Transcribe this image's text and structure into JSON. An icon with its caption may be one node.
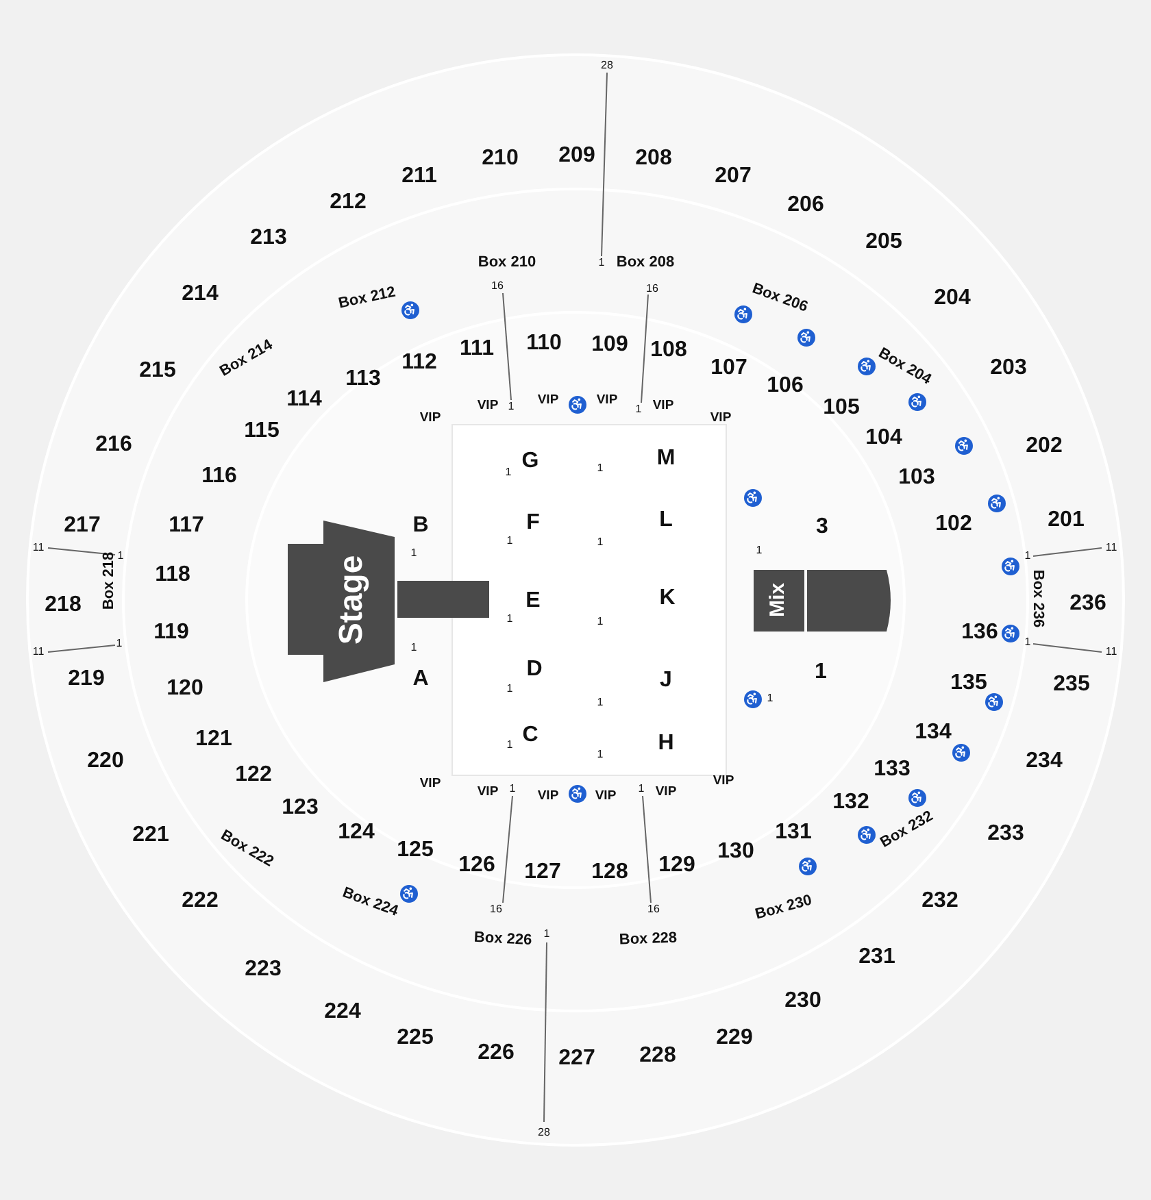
{
  "diagram": {
    "nodes": [
      {
        "text": [
          "Stage"
        ]
      },
      {
        "text": [
          "Mix"
        ]
      }
    ],
    "labels": [
      "28",
      "210",
      "209",
      "208",
      "211",
      "207",
      "212",
      "206",
      "213",
      "205",
      "Box 210",
      "1",
      "Box 208",
      "214",
      "Box 212",
      "16",
      "16",
      "Box 206",
      "204",
      "Box 214",
      "111",
      "110",
      "109",
      "108",
      "Box 204",
      "215",
      "112",
      "107",
      "203",
      "113",
      "106",
      "114",
      "VIP",
      "VIP",
      "1",
      "VIP",
      "VIP",
      "1",
      "VIP",
      "VIP",
      "105",
      "115",
      "104",
      "216",
      "202",
      "G",
      "M",
      "1",
      "1",
      "116",
      "103",
      "217",
      "117",
      "B",
      "F",
      "L",
      "3",
      "102",
      "201",
      "11",
      "1",
      "1",
      "1",
      "1",
      "1",
      "1",
      "11",
      "218",
      "Box 218",
      "118",
      "E",
      "K",
      "Box 236",
      "236",
      "1",
      "1",
      "136",
      "1",
      "11",
      "1",
      "119",
      "1",
      "11",
      "219",
      "120",
      "A",
      "D",
      "J",
      "1",
      "135",
      "235",
      "1",
      "1",
      "1",
      "121",
      "C",
      "H",
      "134",
      "220",
      "234",
      "1",
      "1",
      "122",
      "VIP",
      "VIP",
      "1",
      "VIP",
      "VIP",
      "1",
      "VIP",
      "VIP",
      "133",
      "123",
      "132",
      "Box 222",
      "221",
      "124",
      "131",
      "233",
      "Box 232",
      "125",
      "126",
      "127",
      "128",
      "129",
      "130",
      "Box 224",
      "16",
      "16",
      "Box 230",
      "222",
      "232",
      "Box 226",
      "1",
      "Box 228",
      "231",
      "223",
      "230",
      "224",
      "225",
      "229",
      "226",
      "227",
      "228",
      "28"
    ]
  }
}
